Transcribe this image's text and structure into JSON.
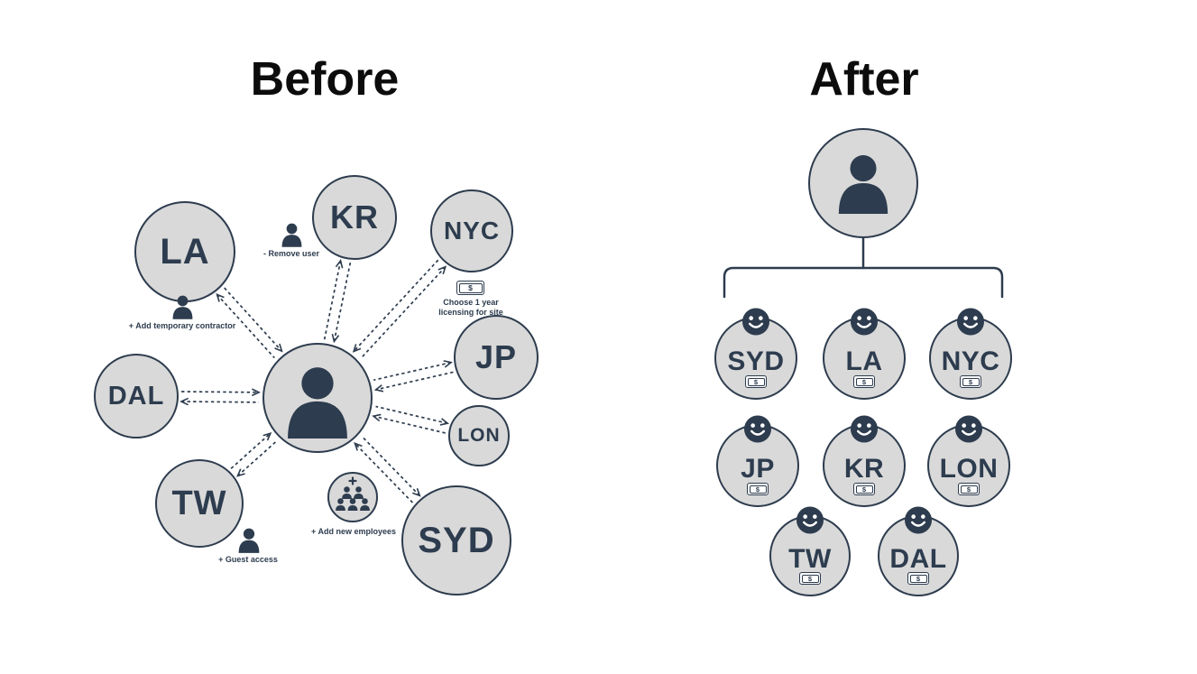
{
  "titles": {
    "before": "Before",
    "after": "After"
  },
  "symbols": {
    "dollar": "$"
  },
  "colors": {
    "dark_navy": "#2d3c4e",
    "node_fill": "#d9d9d9",
    "background": "#ffffff",
    "title_text": "#0c0c0c"
  },
  "before": {
    "hub": {
      "icon": "person-icon"
    },
    "nodes": [
      {
        "label": "LA"
      },
      {
        "label": "KR"
      },
      {
        "label": "NYC"
      },
      {
        "label": "JP"
      },
      {
        "label": "LON"
      },
      {
        "label": "SYD"
      },
      {
        "label": "TW"
      },
      {
        "label": "DAL"
      }
    ],
    "annotations": {
      "add_contractor": "+ Add temporary contractor",
      "remove_user": "- Remove user",
      "licensing_line1": "Choose 1 year",
      "licensing_line2": "licensing for site",
      "add_employees": "+ Add new employees",
      "guest_access": "+ Guest access"
    }
  },
  "after": {
    "root": {
      "icon": "person-icon"
    },
    "rows": [
      {
        "nodes": [
          {
            "label": "SYD"
          },
          {
            "label": "LA"
          },
          {
            "label": "NYC"
          }
        ]
      },
      {
        "nodes": [
          {
            "label": "JP"
          },
          {
            "label": "KR"
          },
          {
            "label": "LON"
          }
        ]
      },
      {
        "nodes": [
          {
            "label": "TW"
          },
          {
            "label": "DAL"
          }
        ]
      }
    ]
  }
}
